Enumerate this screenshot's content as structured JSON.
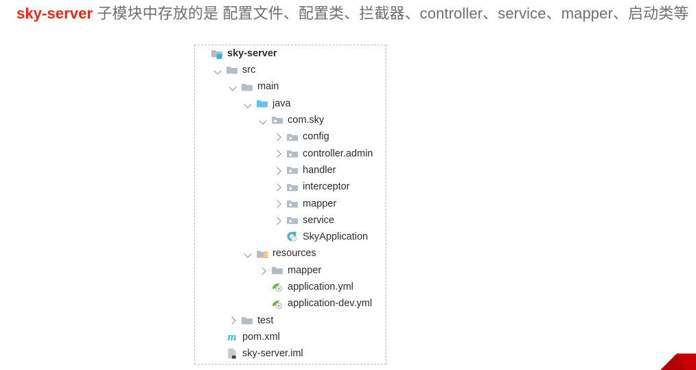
{
  "header": {
    "highlight": "sky-server",
    "text": " 子模块中存放的是 配置文件、配置类、拦截器、controller、service、mapper、启动类等"
  },
  "colors": {
    "highlight": "#e8261a",
    "body_text": "#6f6f6f",
    "tree_text": "#2b2b2b",
    "folder_gray": "#b4bcc4",
    "folder_source_cyan": "#5bc8e8",
    "module_badge": "#31b2e0",
    "resources_orange": "#e8a33d",
    "maven_cyan": "#3fb6dc",
    "spring_green": "#6db33f",
    "class_cyan": "#3fb6dc",
    "corner_marker_red": "#b40000"
  },
  "tree": {
    "name": "project-tree",
    "nodes": [
      {
        "label": "sky-server",
        "depth": 0,
        "icon": "module-folder-icon",
        "toggle": "none",
        "bold": true
      },
      {
        "label": "src",
        "depth": 1,
        "icon": "folder-icon",
        "toggle": "down",
        "bold": false
      },
      {
        "label": "main",
        "depth": 2,
        "icon": "folder-icon",
        "toggle": "down",
        "bold": false
      },
      {
        "label": "java",
        "depth": 3,
        "icon": "source-folder-icon",
        "toggle": "down",
        "bold": false
      },
      {
        "label": "com.sky",
        "depth": 4,
        "icon": "package-folder-icon",
        "toggle": "down",
        "bold": false
      },
      {
        "label": "config",
        "depth": 5,
        "icon": "package-folder-icon",
        "toggle": "right",
        "bold": false
      },
      {
        "label": "controller.admin",
        "depth": 5,
        "icon": "package-folder-icon",
        "toggle": "right",
        "bold": false
      },
      {
        "label": "handler",
        "depth": 5,
        "icon": "package-folder-icon",
        "toggle": "right",
        "bold": false
      },
      {
        "label": "interceptor",
        "depth": 5,
        "icon": "package-folder-icon",
        "toggle": "right",
        "bold": false
      },
      {
        "label": "mapper",
        "depth": 5,
        "icon": "package-folder-icon",
        "toggle": "right",
        "bold": false
      },
      {
        "label": "service",
        "depth": 5,
        "icon": "package-folder-icon",
        "toggle": "right",
        "bold": false
      },
      {
        "label": "SkyApplication",
        "depth": 5,
        "icon": "runnable-class-icon",
        "toggle": "none",
        "bold": false
      },
      {
        "label": "resources",
        "depth": 3,
        "icon": "resources-folder-icon",
        "toggle": "down",
        "bold": false
      },
      {
        "label": "mapper",
        "depth": 4,
        "icon": "folder-icon",
        "toggle": "right",
        "bold": false
      },
      {
        "label": "application.yml",
        "depth": 4,
        "icon": "spring-yml-icon",
        "toggle": "none",
        "bold": false
      },
      {
        "label": "application-dev.yml",
        "depth": 4,
        "icon": "spring-yml-icon",
        "toggle": "none",
        "bold": false
      },
      {
        "label": "test",
        "depth": 2,
        "icon": "folder-icon",
        "toggle": "right",
        "bold": false
      },
      {
        "label": "pom.xml",
        "depth": 1,
        "icon": "maven-pom-icon",
        "toggle": "none",
        "bold": false
      },
      {
        "label": "sky-server.iml",
        "depth": 1,
        "icon": "iml-file-icon",
        "toggle": "none",
        "bold": false
      }
    ]
  }
}
